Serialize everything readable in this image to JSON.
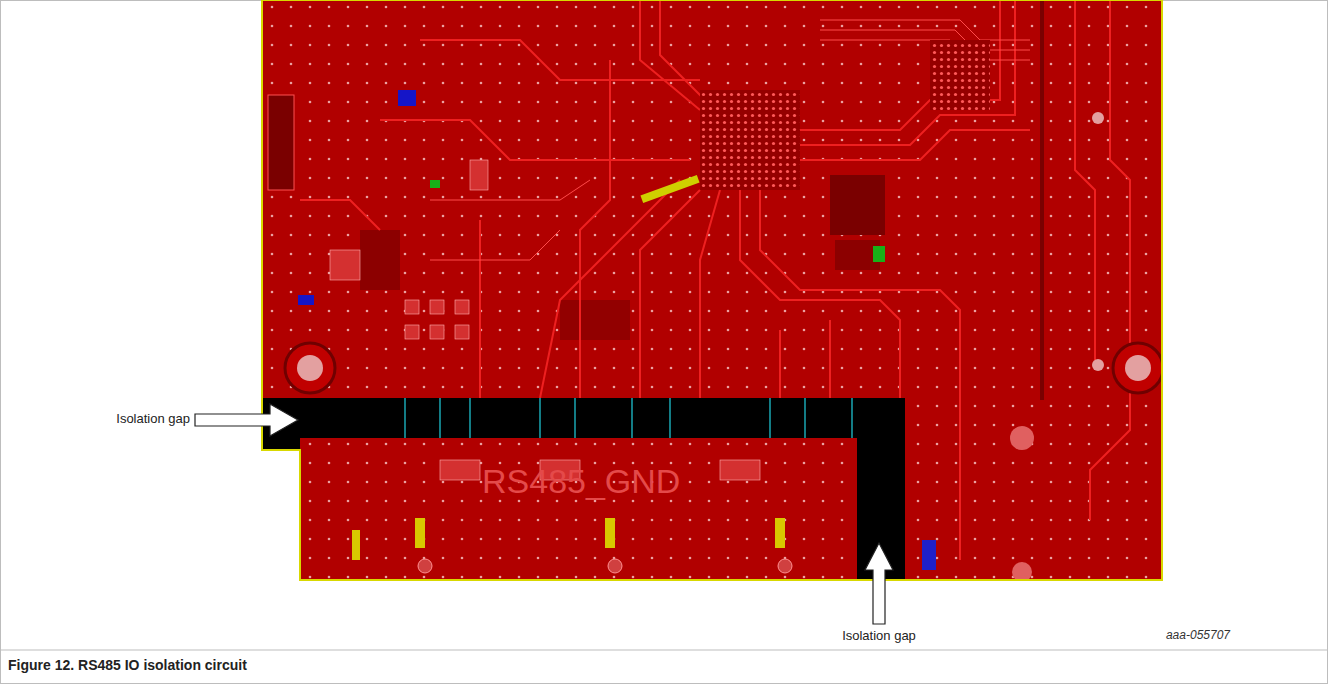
{
  "diagram": {
    "caption": "Figure 12.  RS485 IO isolation circuit",
    "labels": [
      "Isolation gap",
      "Isolation gap",
      "aaa-055707",
      "RS485_GND"
    ]
  }
}
